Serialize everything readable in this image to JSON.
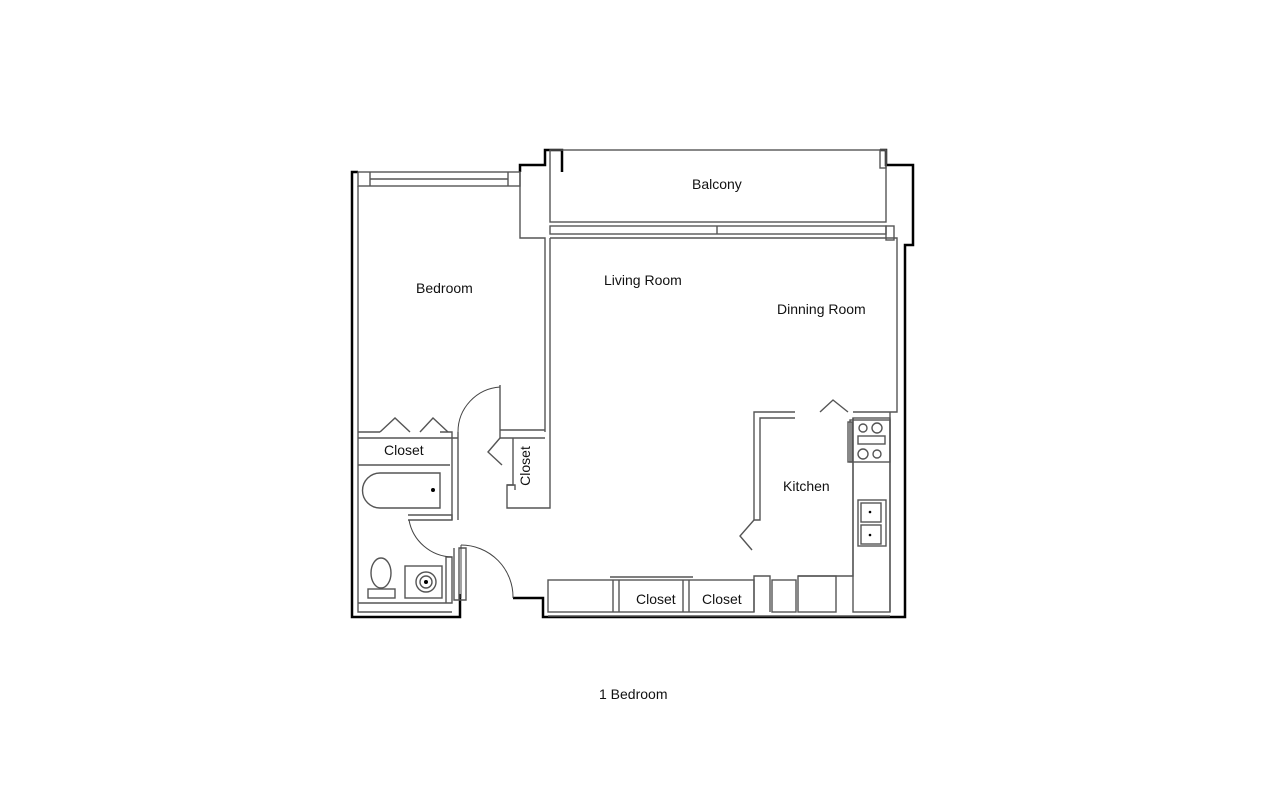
{
  "plan": {
    "rooms": {
      "balcony": "Balcony",
      "bedroom": "Bedroom",
      "living_room": "Living Room",
      "dining_room": "Dinning Room",
      "kitchen": "Kitchen",
      "bedroom_closet": "Closet",
      "hall_closet": "Closet",
      "bottom_closet_1": "Closet",
      "bottom_closet_2": "Closet"
    },
    "caption": "1 Bedroom"
  }
}
